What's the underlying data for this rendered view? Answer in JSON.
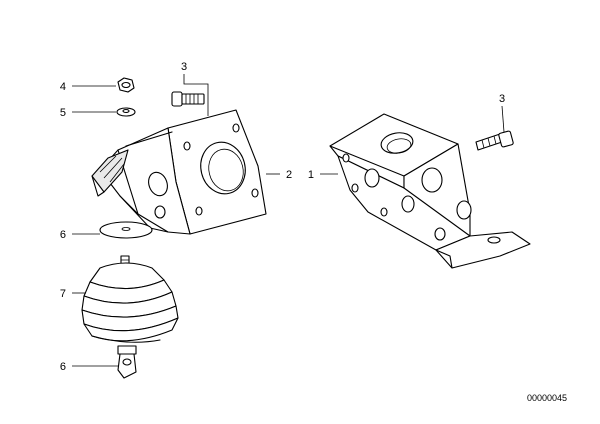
{
  "diagram": {
    "callouts": {
      "c1": "1",
      "c2": "2",
      "c3a": "3",
      "c3b": "3",
      "c4": "4",
      "c5": "5",
      "c6a": "6",
      "c6b": "6",
      "c7": "7"
    },
    "reference_number": "00000045"
  }
}
